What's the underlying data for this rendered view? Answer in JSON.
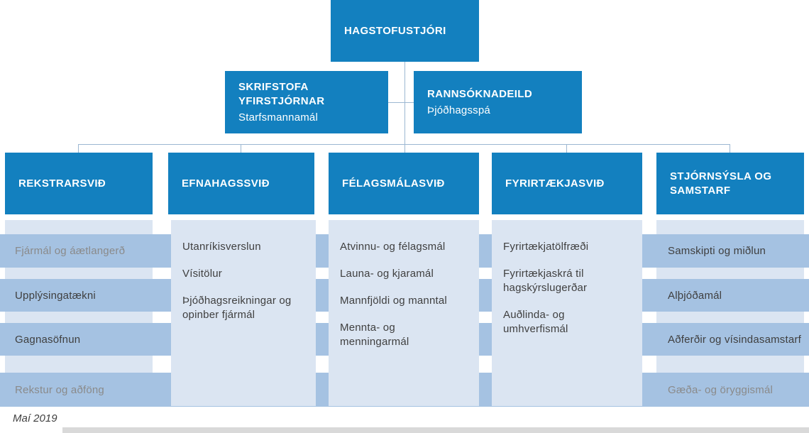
{
  "chart": {
    "director": {
      "label": "HAGSTOFUSTJÓRI"
    },
    "staff_units": [
      {
        "title": "SKRIFSTOFA YFIRSTJÓRNAR",
        "subtitle": "Starfsmannamál"
      },
      {
        "title": "RANNSÓKNADEILD",
        "subtitle": "Þjóðhagsspá"
      }
    ],
    "divisions": [
      {
        "name": "REKSTRARSVIÐ",
        "items": [
          {
            "label": "Fjármál og áætlangerð",
            "muted": true
          },
          {
            "label": "Upplýsingatækni",
            "muted": false
          },
          {
            "label": "Gagnasöfnun",
            "muted": false
          },
          {
            "label": "Rekstur og aðföng",
            "muted": true
          }
        ]
      },
      {
        "name": "EFNAHAGSSVIÐ",
        "items": [
          {
            "label": "Utanríkisverslun",
            "muted": false
          },
          {
            "label": "Vísitölur",
            "muted": false
          },
          {
            "label": "Þjóðhagsreikningar og opinber fjármál",
            "muted": false
          }
        ]
      },
      {
        "name": "FÉLAGSMÁLASVIÐ",
        "items": [
          {
            "label": "Atvinnu- og félagsmál",
            "muted": false
          },
          {
            "label": "Launa- og kjaramál",
            "muted": false
          },
          {
            "label": "Mannfjöldi og manntal",
            "muted": false
          },
          {
            "label": "Mennta- og menningarmál",
            "muted": false
          }
        ]
      },
      {
        "name": "FYRIRTÆKJASVIÐ",
        "items": [
          {
            "label": "Fyrirtækjatölfræði",
            "muted": false
          },
          {
            "label": "Fyrirtækjaskrá til hagskýrslugerðar",
            "muted": false
          },
          {
            "label": "Auðlinda- og umhverfismál",
            "muted": false
          }
        ]
      },
      {
        "name": "STJÓRNSÝSLA OG SAMSTARF",
        "items": [
          {
            "label": "Samskipti og miðlun",
            "muted": false
          },
          {
            "label": "Alþjóðamál",
            "muted": false
          },
          {
            "label": "Aðferðir og vísindasamstarf",
            "muted": false
          },
          {
            "label": "Gæða- og öryggismál",
            "muted": true
          }
        ]
      }
    ],
    "footer_date": "Maí 2019"
  },
  "colors": {
    "primary_blue": "#1380bf",
    "bar_blue": "#a5c2e2",
    "panel_blue": "#dbe5f2",
    "connector_line": "#9cb7d2",
    "text_dark": "#3f3f3f",
    "text_muted": "#8a8a8a",
    "footer_bar_gray": "#d9d9d9"
  }
}
